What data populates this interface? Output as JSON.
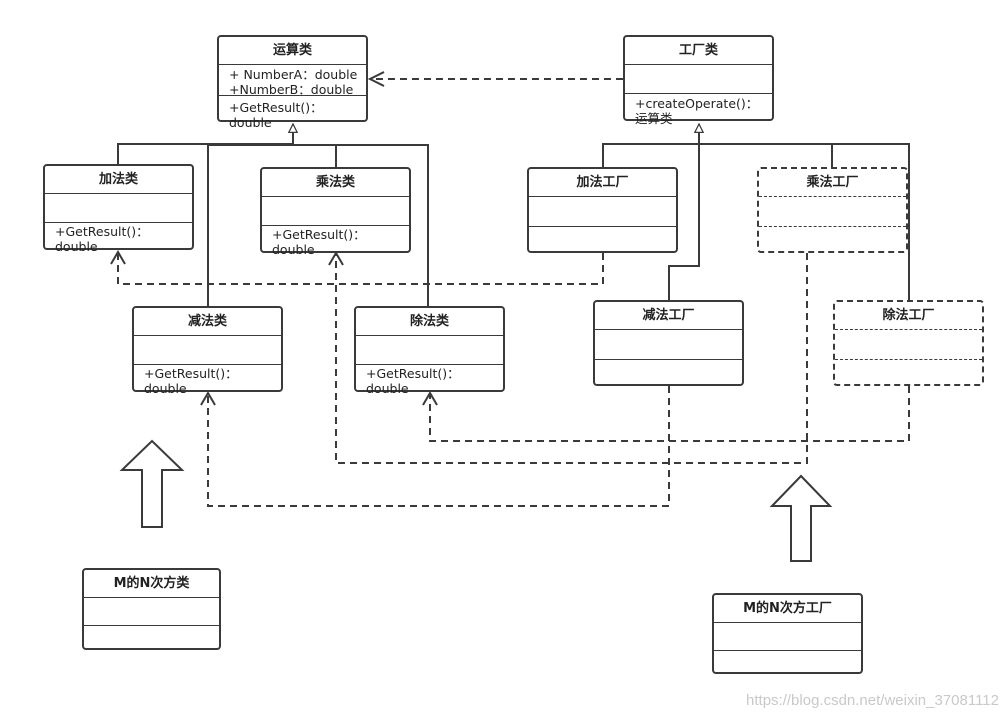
{
  "classes": {
    "operation": {
      "title": "运算类",
      "attrs": [
        "+ NumberA：double",
        "+NumberB：double"
      ],
      "methods": [
        "+GetResult()：",
        "double"
      ]
    },
    "add": {
      "title": "加法类",
      "methods": [
        "+GetResult()：",
        "double"
      ]
    },
    "mul": {
      "title": "乘法类",
      "methods": [
        "+GetResult()：",
        "double"
      ]
    },
    "sub": {
      "title": "减法类",
      "methods": [
        "+GetResult()：",
        "double"
      ]
    },
    "div": {
      "title": "除法类",
      "methods": [
        "+GetResult()：",
        "double"
      ]
    },
    "power": {
      "title": "M的N次方类"
    }
  },
  "factories": {
    "factory": {
      "title": "工厂类",
      "methods": [
        "+createOperate()：",
        "运算类"
      ]
    },
    "add_factory": {
      "title": "加法工厂"
    },
    "mul_factory": {
      "title": "乘法工厂"
    },
    "sub_factory": {
      "title": "减法工厂"
    },
    "div_factory": {
      "title": "除法工厂"
    },
    "power_factory": {
      "title": "M的N次方工厂"
    }
  },
  "watermark": "https://blog.csdn.net/weixin_37081112",
  "colors": {
    "line": "#3a3a3a",
    "background": "#ffffff",
    "watermark": "#c9c9c9"
  }
}
